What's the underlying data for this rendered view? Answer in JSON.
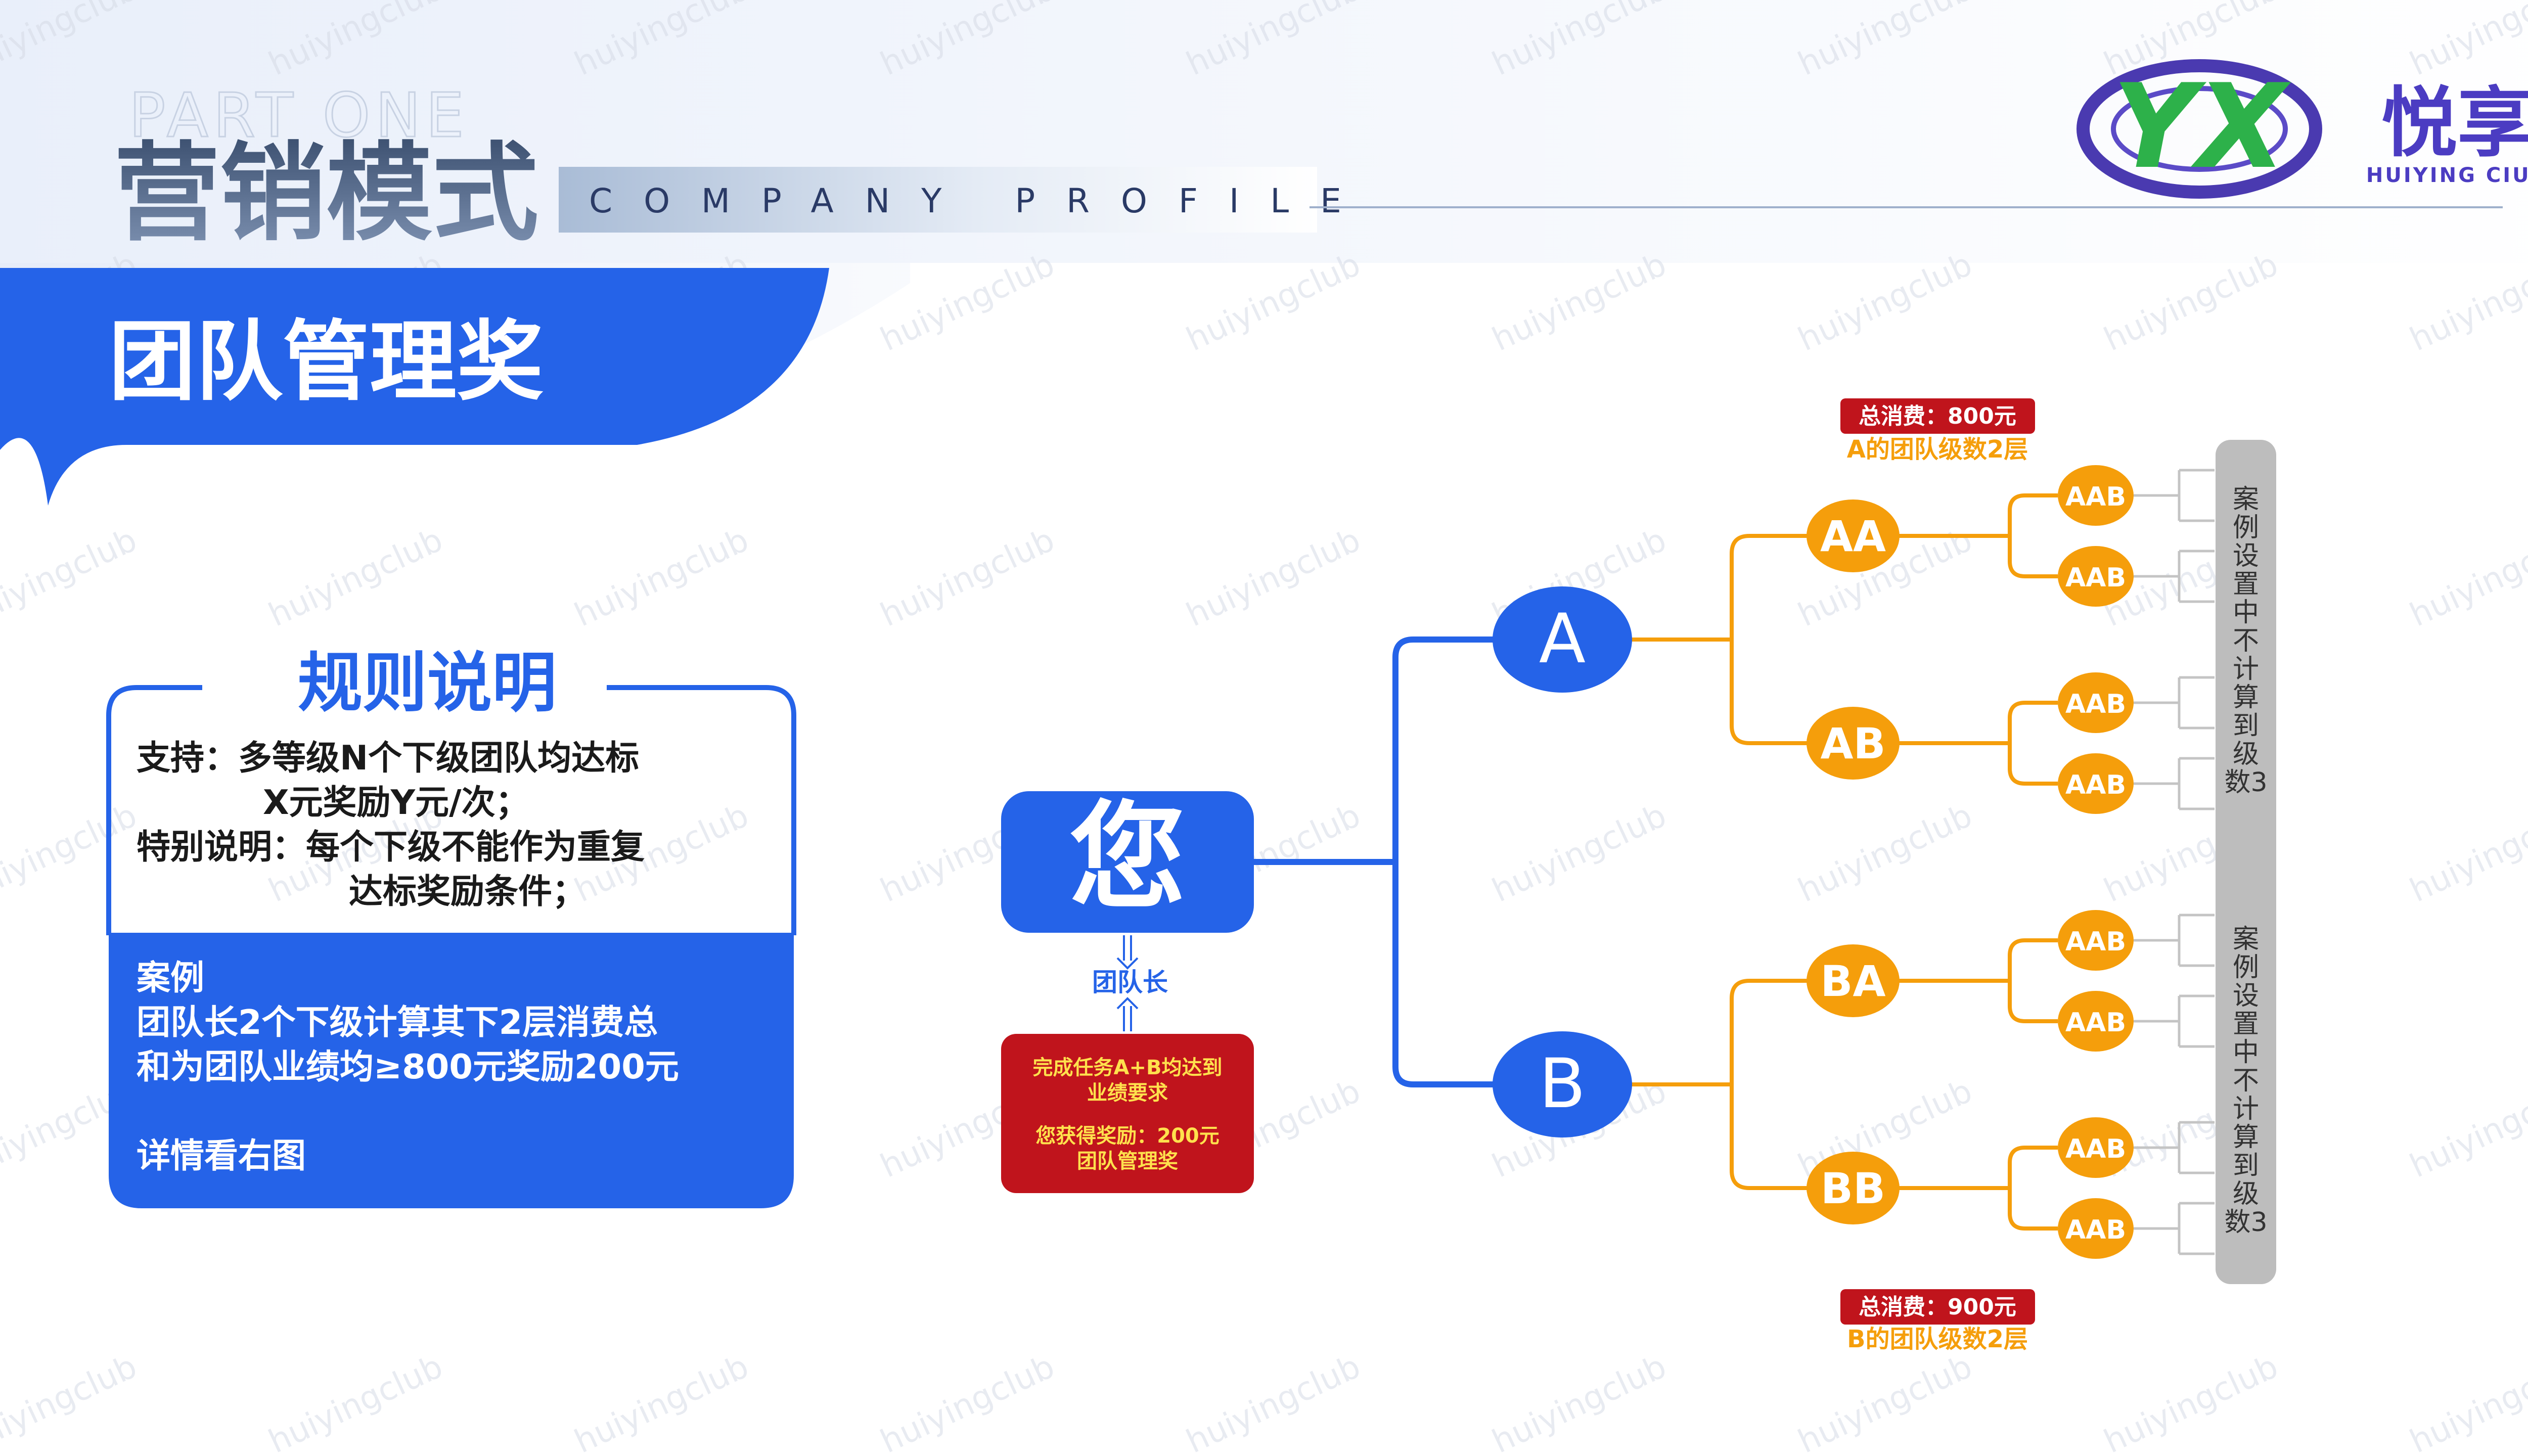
{
  "header": {
    "part_label": "PART ONE",
    "section_title": "营销模式",
    "subtitle": "COMPANY PROFILE",
    "banner_title": "团队管理奖"
  },
  "logo": {
    "brand_name": "悦享",
    "brand_sub": "HUIYING CIUB",
    "mark_letters": "YX"
  },
  "watermark": "huiyingclub",
  "rules": {
    "title": "规则说明",
    "support_label": "支持：",
    "support_line1": "多等级N个下级团队均达标",
    "support_line2": "X元奖励Y元/次；",
    "special_label": "特别说明：",
    "special_line1": "每个下级不能作为重复",
    "special_line2": "达标奖励条件；",
    "case_title": "案例",
    "case_line1": "团队长2个下级计算其下2层消费总",
    "case_line2": "和为团队业绩均≥800元奖励200元",
    "case_line3": "详情看右图"
  },
  "diagram": {
    "root": "您",
    "root_caption": "团队长",
    "reward_line1": "完成任务A+B均达到",
    "reward_line2": "业绩要求",
    "reward_line3": "您获得奖励：200元",
    "reward_line4": "团队管理奖",
    "level1": [
      "A",
      "B"
    ],
    "level2": [
      "AA",
      "AB",
      "BA",
      "BB"
    ],
    "level3": "AAB",
    "top_total": "总消费：800元",
    "top_caption": "A的团队级数2层",
    "bottom_total": "总消费：900元",
    "bottom_caption": "B的团队级数2层",
    "note_top": "案例设置中不计算到级数3",
    "note_bottom": "案例设置中不计算到级数3"
  },
  "colors": {
    "blue": "#2563e8",
    "orange": "#f59e0b",
    "red": "#c0141c",
    "gray": "#bdbdbd"
  }
}
